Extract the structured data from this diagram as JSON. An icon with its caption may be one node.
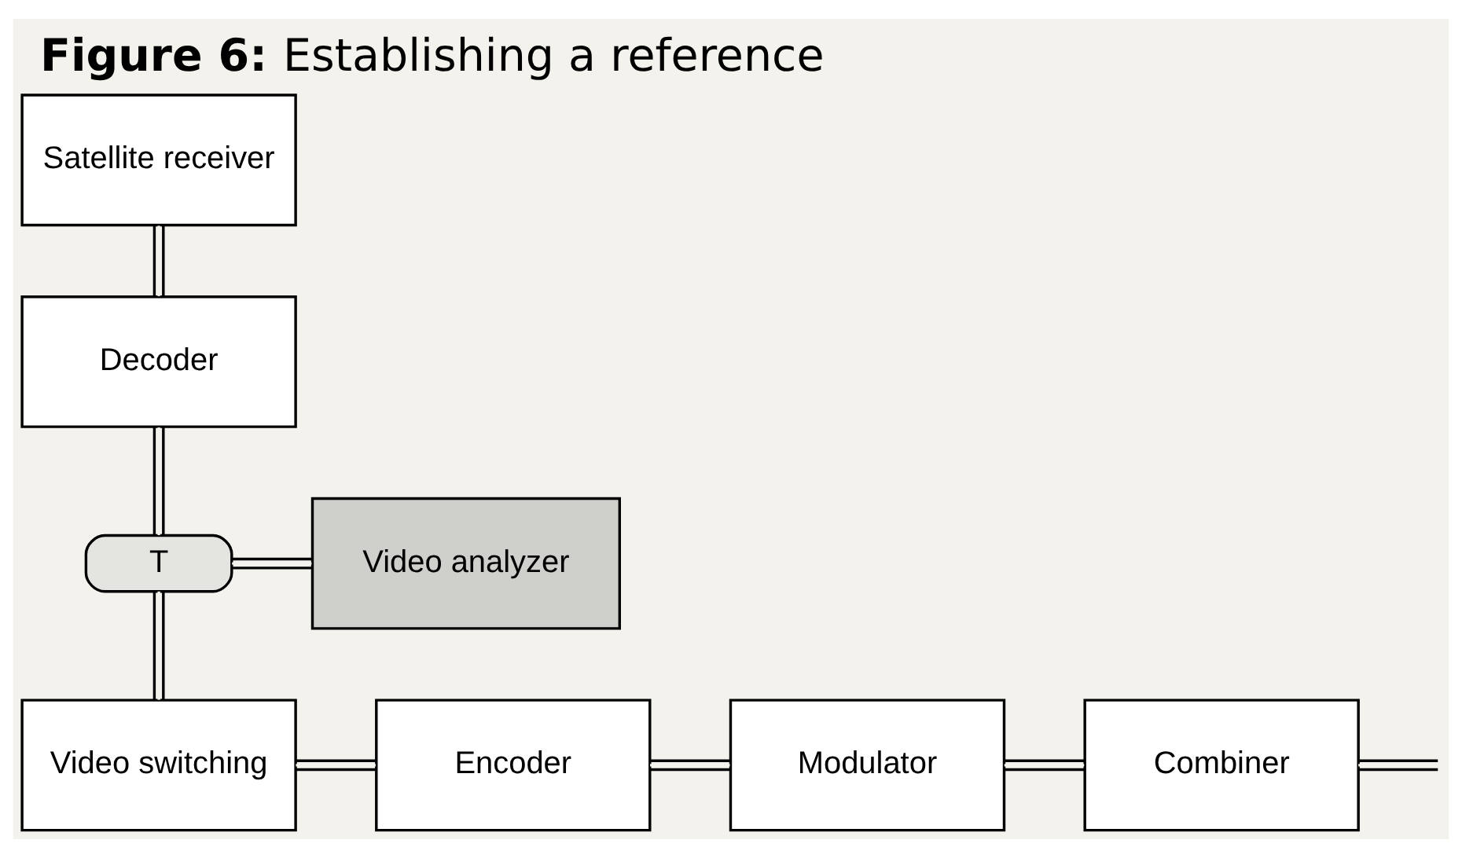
{
  "diagram": {
    "title": "**Figure 6:** Establishing a reference",
    "nodes": [
      {
        "text": [
          "Satellite receiver"
        ]
      },
      {
        "text": [
          "Decoder"
        ]
      },
      {
        "text": [
          "T"
        ]
      },
      {
        "text": [
          "Video analyzer"
        ]
      },
      {
        "text": [
          "Video switching"
        ]
      },
      {
        "text": [
          "Encoder"
        ]
      },
      {
        "text": [
          "Modulator"
        ]
      },
      {
        "text": [
          "Combiner"
        ]
      }
    ],
    "edges": [
      {
        "from": 0,
        "to": 1,
        "arrow": "none"
      },
      {
        "from": 1,
        "to": 2,
        "arrow": "none"
      },
      {
        "from": 2,
        "to": 3,
        "arrow": "none"
      },
      {
        "from": 2,
        "to": 4,
        "arrow": "none"
      },
      {
        "from": 4,
        "to": 5,
        "arrow": "none"
      },
      {
        "from": 5,
        "to": 6,
        "arrow": "none"
      },
      {
        "from": 6,
        "to": 7,
        "arrow": "none"
      },
      {
        "from": 7,
        "to": null,
        "arrow": "none"
      }
    ]
  }
}
